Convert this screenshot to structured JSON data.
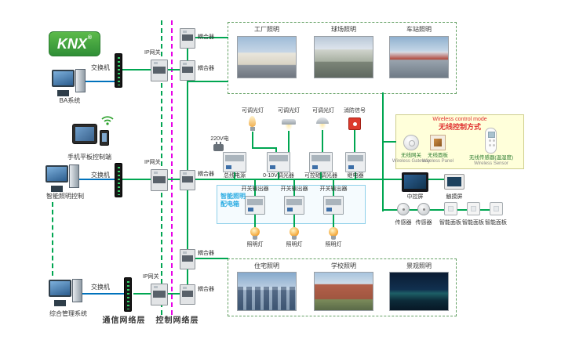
{
  "colors": {
    "green": "#00a651",
    "blue": "#0072bc",
    "magenta": "#e800e8",
    "cyan": "#29abe2",
    "red": "#e03030"
  },
  "logo": {
    "text": "KNX",
    "reg": "®"
  },
  "left_devices": [
    {
      "label": "BA系统"
    },
    {
      "label": "手机平板控制端"
    },
    {
      "label": "智能照明控制"
    },
    {
      "label": "综合管理系统"
    }
  ],
  "network": {
    "switch": "交换机",
    "gateway": "IP网关",
    "coupler": "耦合器",
    "comm_layer": "通信网络层",
    "ctrl_layer": "控制网络层"
  },
  "top_box": {
    "items": [
      {
        "label": "工厂照明"
      },
      {
        "label": "球场照明"
      },
      {
        "label": "车站照明"
      }
    ]
  },
  "bottom_box": {
    "items": [
      {
        "label": "住宅照明"
      },
      {
        "label": "学校照明"
      },
      {
        "label": "景观照明"
      }
    ]
  },
  "panel": {
    "title_line1": "智能照明",
    "title_line2": "配电箱",
    "power_label": "220V电",
    "loads_top": [
      {
        "label": "可调光灯"
      },
      {
        "label": "可调光灯"
      },
      {
        "label": "可调光灯"
      },
      {
        "label": "消防信号"
      }
    ],
    "row1": [
      {
        "label": "总线电源"
      },
      {
        "label": "0-10V调光器"
      },
      {
        "label": "可控硅调光器"
      },
      {
        "label": "继电器"
      }
    ],
    "row2": [
      {
        "label": "开关输出器"
      },
      {
        "label": "开关输出器"
      },
      {
        "label": "开关输出器"
      }
    ],
    "loads_bottom": [
      {
        "label": "照明灯"
      },
      {
        "label": "照明灯"
      },
      {
        "label": "照明灯"
      }
    ]
  },
  "wireless": {
    "title_en": "Wireless control mode",
    "title_cn": "无线控制方式",
    "devices": [
      {
        "cn": "无线网关",
        "en": "Wireless Gateway"
      },
      {
        "cn": "无线面板",
        "en": "Wireless Panel"
      },
      {
        "cn": "无线传感器(温湿度)",
        "en": "Wireless Sensor"
      }
    ]
  },
  "right_devices": {
    "screens": [
      {
        "label": "中控屏"
      },
      {
        "label": "触摸屏"
      }
    ],
    "sensors": [
      {
        "label": "传感器"
      },
      {
        "label": "传感器"
      }
    ],
    "panels": [
      {
        "label": "智能面板"
      },
      {
        "label": "智能面板"
      },
      {
        "label": "智能面板"
      }
    ]
  }
}
